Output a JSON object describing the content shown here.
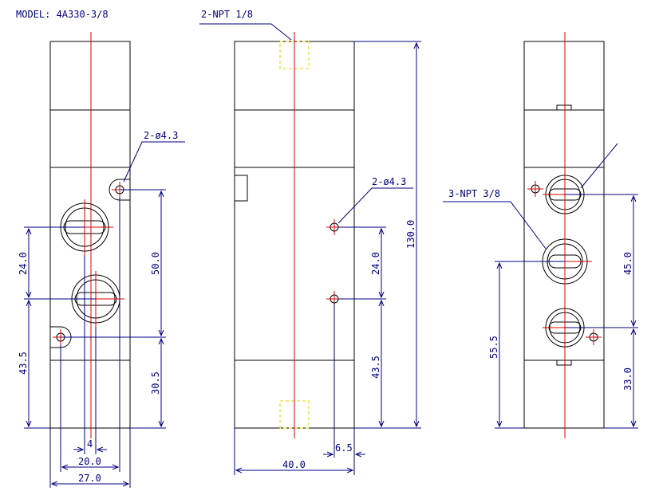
{
  "model_label": "MODEL: 4A330-3/8",
  "front_view": {
    "callout_holes": "2-ø4.3",
    "dim_24": "24.0",
    "dim_50": "50.0",
    "dim_43_5": "43.5",
    "dim_30_5": "30.5",
    "dim_4": "4",
    "dim_20": "20.0",
    "dim_27": "27.0"
  },
  "side_view": {
    "callout_npt": "2-NPT 1/8",
    "callout_holes": "2-ø4.3",
    "dim_130": "130.0",
    "dim_24": "24.0",
    "dim_43_5": "43.5",
    "dim_6_5": "6.5",
    "dim_40": "40.0"
  },
  "right_view": {
    "callout_npt": "3-NPT 3/8",
    "dim_45": "45.0",
    "dim_55_5": "55.5",
    "dim_33": "33.0"
  },
  "colors": {
    "outline": "#000000",
    "dimension": "#000080",
    "centerline": "#dd0000",
    "hidden_port": "#e6d000"
  }
}
